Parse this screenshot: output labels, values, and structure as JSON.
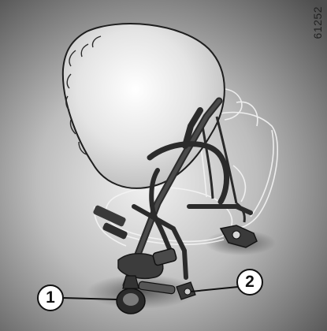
{
  "figure": {
    "reference_code": "61252",
    "callouts": [
      {
        "label": "1"
      },
      {
        "label": "2"
      }
    ],
    "colors": {
      "background_light": "#f0f0f0",
      "background_dark": "#505050",
      "airbag": "#e6e6e6",
      "belts": "#2a2a2a",
      "seat_outline": "#f4f4f4"
    }
  }
}
